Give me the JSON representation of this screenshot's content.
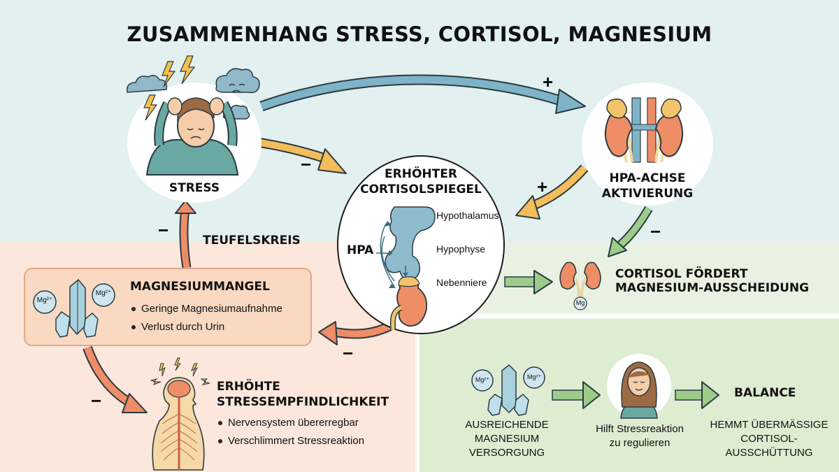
{
  "title": "ZUSAMMENHANG STRESS, CORTISOL, MAGNESIUM",
  "nodes": {
    "stress": {
      "label": "STRESS",
      "icon": "stressed-person-icon"
    },
    "cortisol": {
      "label_line1": "ERHÖHTER",
      "label_line2": "CORTISOLSPIEGEL",
      "hpa_label": "HPA",
      "parts": [
        "Hypothalamus",
        "Hypophyse",
        "Nebenniere"
      ]
    },
    "hpa_axis": {
      "label_line1": "HPA-ACHSE",
      "label_line2": "AKTIVIERUNG",
      "icon": "kidneys-adrenal-icon"
    },
    "cortisol_excretion": {
      "label_line1": "CORTISOL FÖRDERT",
      "label_line2": "MAGNESIUM-AUSSCHEIDUNG",
      "mg_badge": "Mg"
    },
    "teufelskreis": {
      "label": "TEUFELSKREIS"
    },
    "magnesium_deficiency": {
      "title": "MAGNESIUMMANGEL",
      "bullets": [
        "Geringe Magnesiumaufnahme",
        "Verlust durch Urin"
      ],
      "ion_labels": [
        "Mg²⁺",
        "Mg²⁺"
      ]
    },
    "stress_sensitivity": {
      "title_line1": "ERHÖHTE",
      "title_line2": "STRESSEMPFINDLICHKEIT",
      "bullets": [
        "Nervensystem übererregbar",
        "Verschlimmert Stressreaktion"
      ]
    }
  },
  "balance_flow": {
    "steps": [
      {
        "label_lines": [
          "AUSREICHENDE",
          "MAGNESIUM",
          "VERSORGUNG"
        ],
        "ion_labels": [
          "Mg²⁺",
          "Mg²⁺"
        ]
      },
      {
        "label_lines": [
          "Hilft Stressreaktion",
          "zu regulieren"
        ]
      },
      {
        "title": "BALANCE",
        "label_lines": [
          "HEMMT ÜBERMÄSSIGE",
          "CORTISOL-",
          "AUSSCHÜTTUNG"
        ]
      }
    ]
  },
  "arrow_signs": {
    "stress_to_hpa": "+",
    "stress_to_cortisol": "−",
    "hpa_to_cortisol": "+",
    "hpa_to_excretion": "−",
    "mg_to_stress": "−",
    "cortisol_to_mg": "−",
    "mg_to_sensitivity": "−"
  },
  "colors": {
    "blue_arrow": "#7fb3c8",
    "yellow_arrow": "#f2bd5a",
    "orange_arrow": "#ee8d66",
    "green_arrow": "#9ccb8a",
    "top_bg": "#e2f0f0",
    "left_bg": "#fbe7db",
    "right_bg": "#deedd2"
  }
}
